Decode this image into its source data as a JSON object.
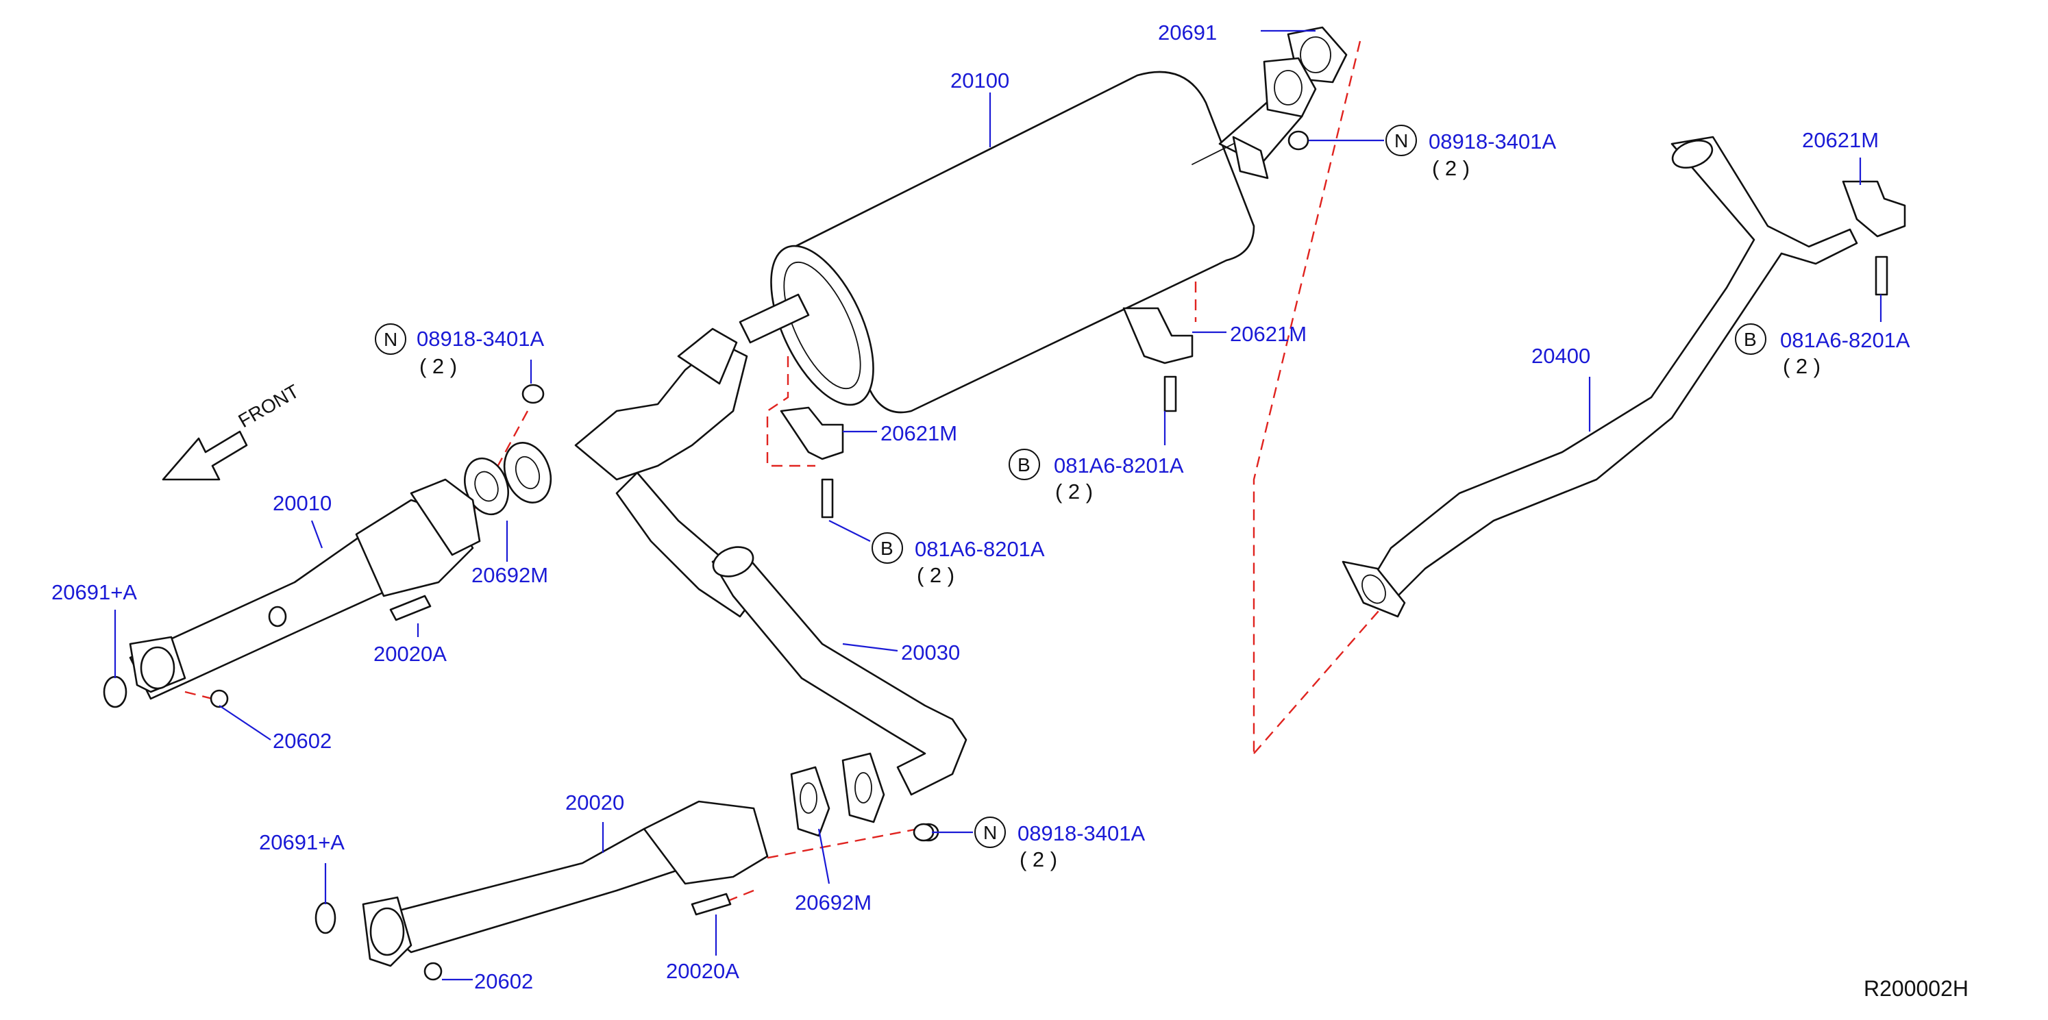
{
  "diagram": {
    "parts": {
      "p20691_top": "20691",
      "p20100": "20100",
      "p20621M_a": "20621M",
      "p20621M_b": "20621M",
      "p20621M_c": "20621M",
      "p20400": "20400",
      "p20010": "20010",
      "p20691A_a": "20691+A",
      "p20692M_a": "20692M",
      "p20020A_a": "20020A",
      "p20602_a": "20602",
      "p20030": "20030",
      "p20020": "20020",
      "p20691A_b": "20691+A",
      "p20692M_b": "20692M",
      "p20020A_b": "20020A",
      "p20602_b": "20602"
    },
    "fasteners": {
      "nut_a": {
        "prefix": "N",
        "code": "08918-3401A",
        "qty": "( 2 )"
      },
      "nut_b": {
        "prefix": "N",
        "code": "08918-3401A",
        "qty": "( 2 )"
      },
      "nut_c": {
        "prefix": "N",
        "code": "08918-3401A",
        "qty": "( 2 )"
      },
      "bolt_a": {
        "prefix": "B",
        "code": "081A6-8201A",
        "qty": "( 2 )"
      },
      "bolt_b": {
        "prefix": "B",
        "code": "081A6-8201A",
        "qty": "( 2 )"
      },
      "bolt_c": {
        "prefix": "B",
        "code": "081A6-8201A",
        "qty": "( 2 )"
      }
    },
    "front_arrow": "FRONT",
    "reference": "R200002H",
    "colors": {
      "label": "#1a1ad6",
      "leader_dashed": "#e0231f",
      "line": "#111111"
    }
  }
}
